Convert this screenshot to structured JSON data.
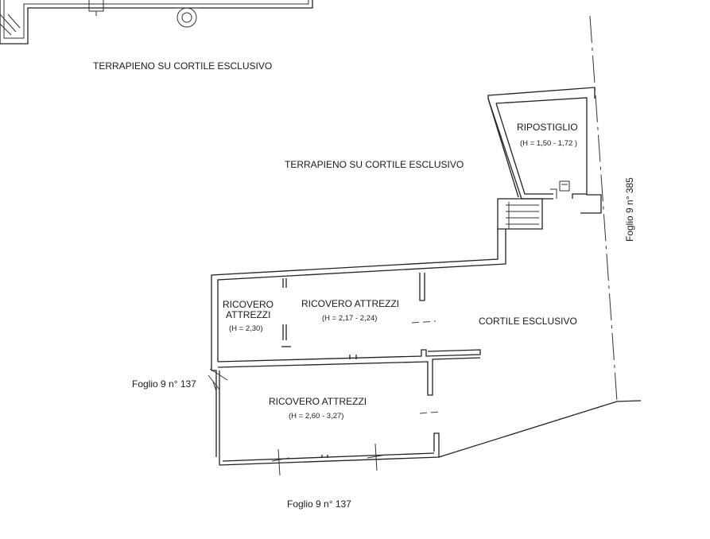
{
  "labels": {
    "terrapieno_top": "TERRAPIENO SU CORTILE ESCLUSIVO",
    "terrapieno_mid": "TERRAPIENO SU CORTILE ESCLUSIVO",
    "ripostiglio_name": "RIPOSTIGLIO",
    "ripostiglio_height": "(H = 1,50 - 1,72 )",
    "ricovero_small_line1": "RICOVERO",
    "ricovero_small_line2": "ATTREZZI",
    "ricovero_small_height": "(H = 2,30)",
    "ricovero_mid_name": "RICOVERO ATTREZZI",
    "ricovero_mid_height": "(H = 2,17 - 2,24)",
    "cortile": "CORTILE ESCLUSIVO",
    "ricovero_large_name": "RICOVERO ATTREZZI",
    "ricovero_large_height": "(H = 2,60 - 3,27)",
    "foglio_left": "Foglio 9 n° 137",
    "foglio_bottom": "Foglio 9 n° 137",
    "foglio_right": "Foglio 9 n° 385"
  },
  "colors": {
    "line": "#222222",
    "text": "#1a1a1a",
    "background": "#ffffff"
  }
}
